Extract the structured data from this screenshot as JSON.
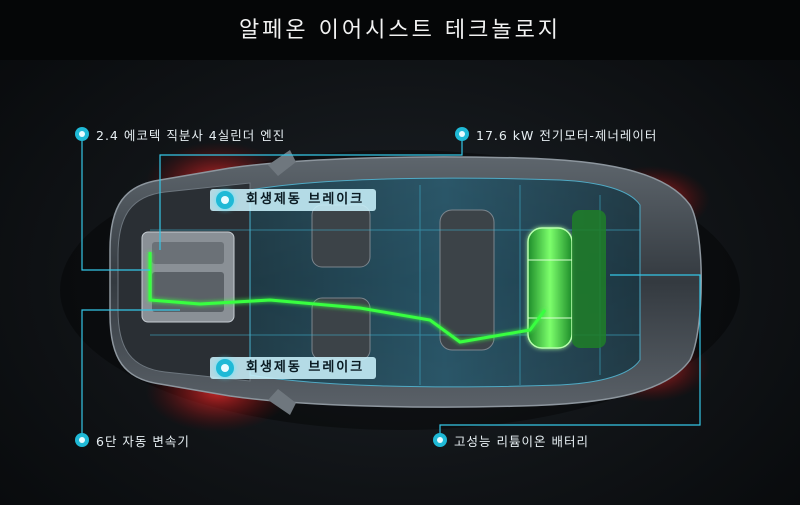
{
  "title": "알페온 이어시스트 테크놀로지",
  "callouts": {
    "engine": "2.4 에코텍 직분사 4실린더 엔진",
    "motor": "17.6 kW 전기모터-제너레이터",
    "transmission": "6단 자동 변속기",
    "battery": "고성능 리튬이온 배터리"
  },
  "badges": {
    "brake_top": "회생제동 브레이크",
    "brake_bottom": "회생제동 브레이크"
  },
  "colors": {
    "callout_line": "#35c6e6",
    "power_flow": "#39ff3f",
    "brake_glow": "#ff2a2a",
    "badge_bg": "#c8f0fa"
  }
}
